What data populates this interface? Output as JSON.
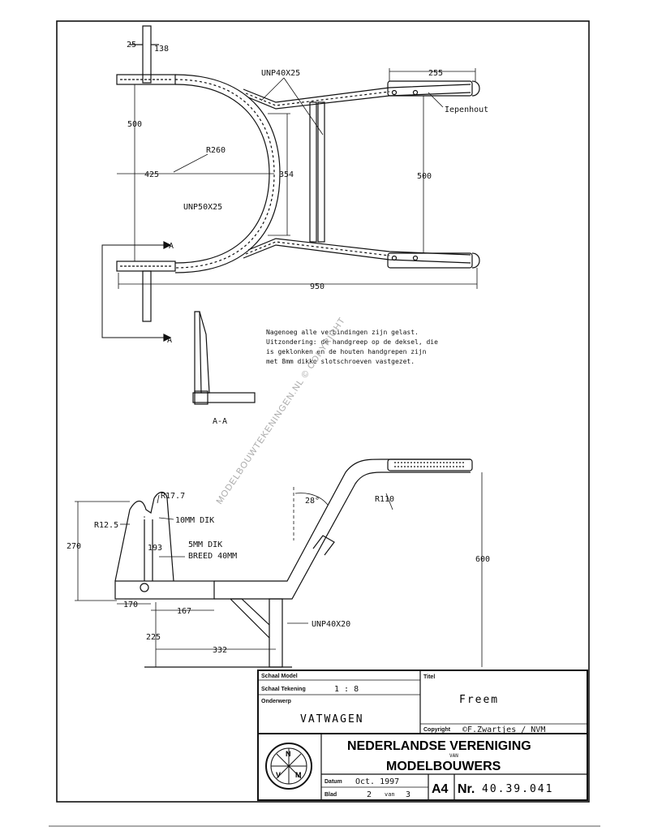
{
  "plan_view": {
    "dim_25": "25",
    "dim_138": "138",
    "profile_top": "UNP40X25",
    "dim_255": "255",
    "wood_label": "Iepenhout",
    "dim_500_left": "500",
    "radius": "R260",
    "dim_425": "425",
    "dim_354": "354",
    "dim_500_right": "500",
    "profile_frame": "UNP50X25",
    "section_mark_top": "A",
    "section_mark_bottom": "A",
    "dim_950": "950"
  },
  "note": {
    "line1": "Nagenoeg alle verbindingen zijn gelast.",
    "line2": "Uitzondering: de handgreep op de deksel, die",
    "line3": "is geklonken en de houten handgrepen zijn",
    "line4": "met 8mm dikke slotschroeven vastgezet."
  },
  "section_view": {
    "label": "A-A"
  },
  "side_view": {
    "r177": "R17.7",
    "r125": "R12.5",
    "thick10": "10MM DIK",
    "dim_270": "270",
    "dim_193": "193",
    "thick5": "5MM DIK",
    "breed": "BREED 40MM",
    "angle": "28°",
    "r110": "R110",
    "dim_600": "600",
    "dim_170": "170",
    "dim_167": "167",
    "dim_225": "225",
    "profile_leg": "UNP40X20",
    "dim_332": "332"
  },
  "watermark": "MODELBOUWTEKENINGEN.NL © COPYRIGHT",
  "title_block": {
    "schaal_model_label": "Schaal Model",
    "schaal_tekening_label": "Schaal Tekening",
    "schaal_tekening_value": "1 : 8",
    "onderwerp_label": "Onderwerp",
    "onderwerp_value": "VATWAGEN",
    "titel_label": "Titel",
    "titel_value": "Freem",
    "copyright_label": "Copyright",
    "copyright_value": "©F.Zwartjes / NVM",
    "org_line1": "NEDERLANDSE VERENIGING",
    "org_van": "VAN",
    "org_line2": "MODELBOUWERS",
    "logo_letters": [
      "N",
      "V",
      "M"
    ],
    "datum_label": "Datum",
    "datum_value": "Oct. 1997",
    "blad_label": "Blad",
    "blad_value": "2",
    "van_label": "van",
    "van_value": "3",
    "format": "A4",
    "nr_label": "Nr.",
    "nr_value": "40.39.041"
  }
}
